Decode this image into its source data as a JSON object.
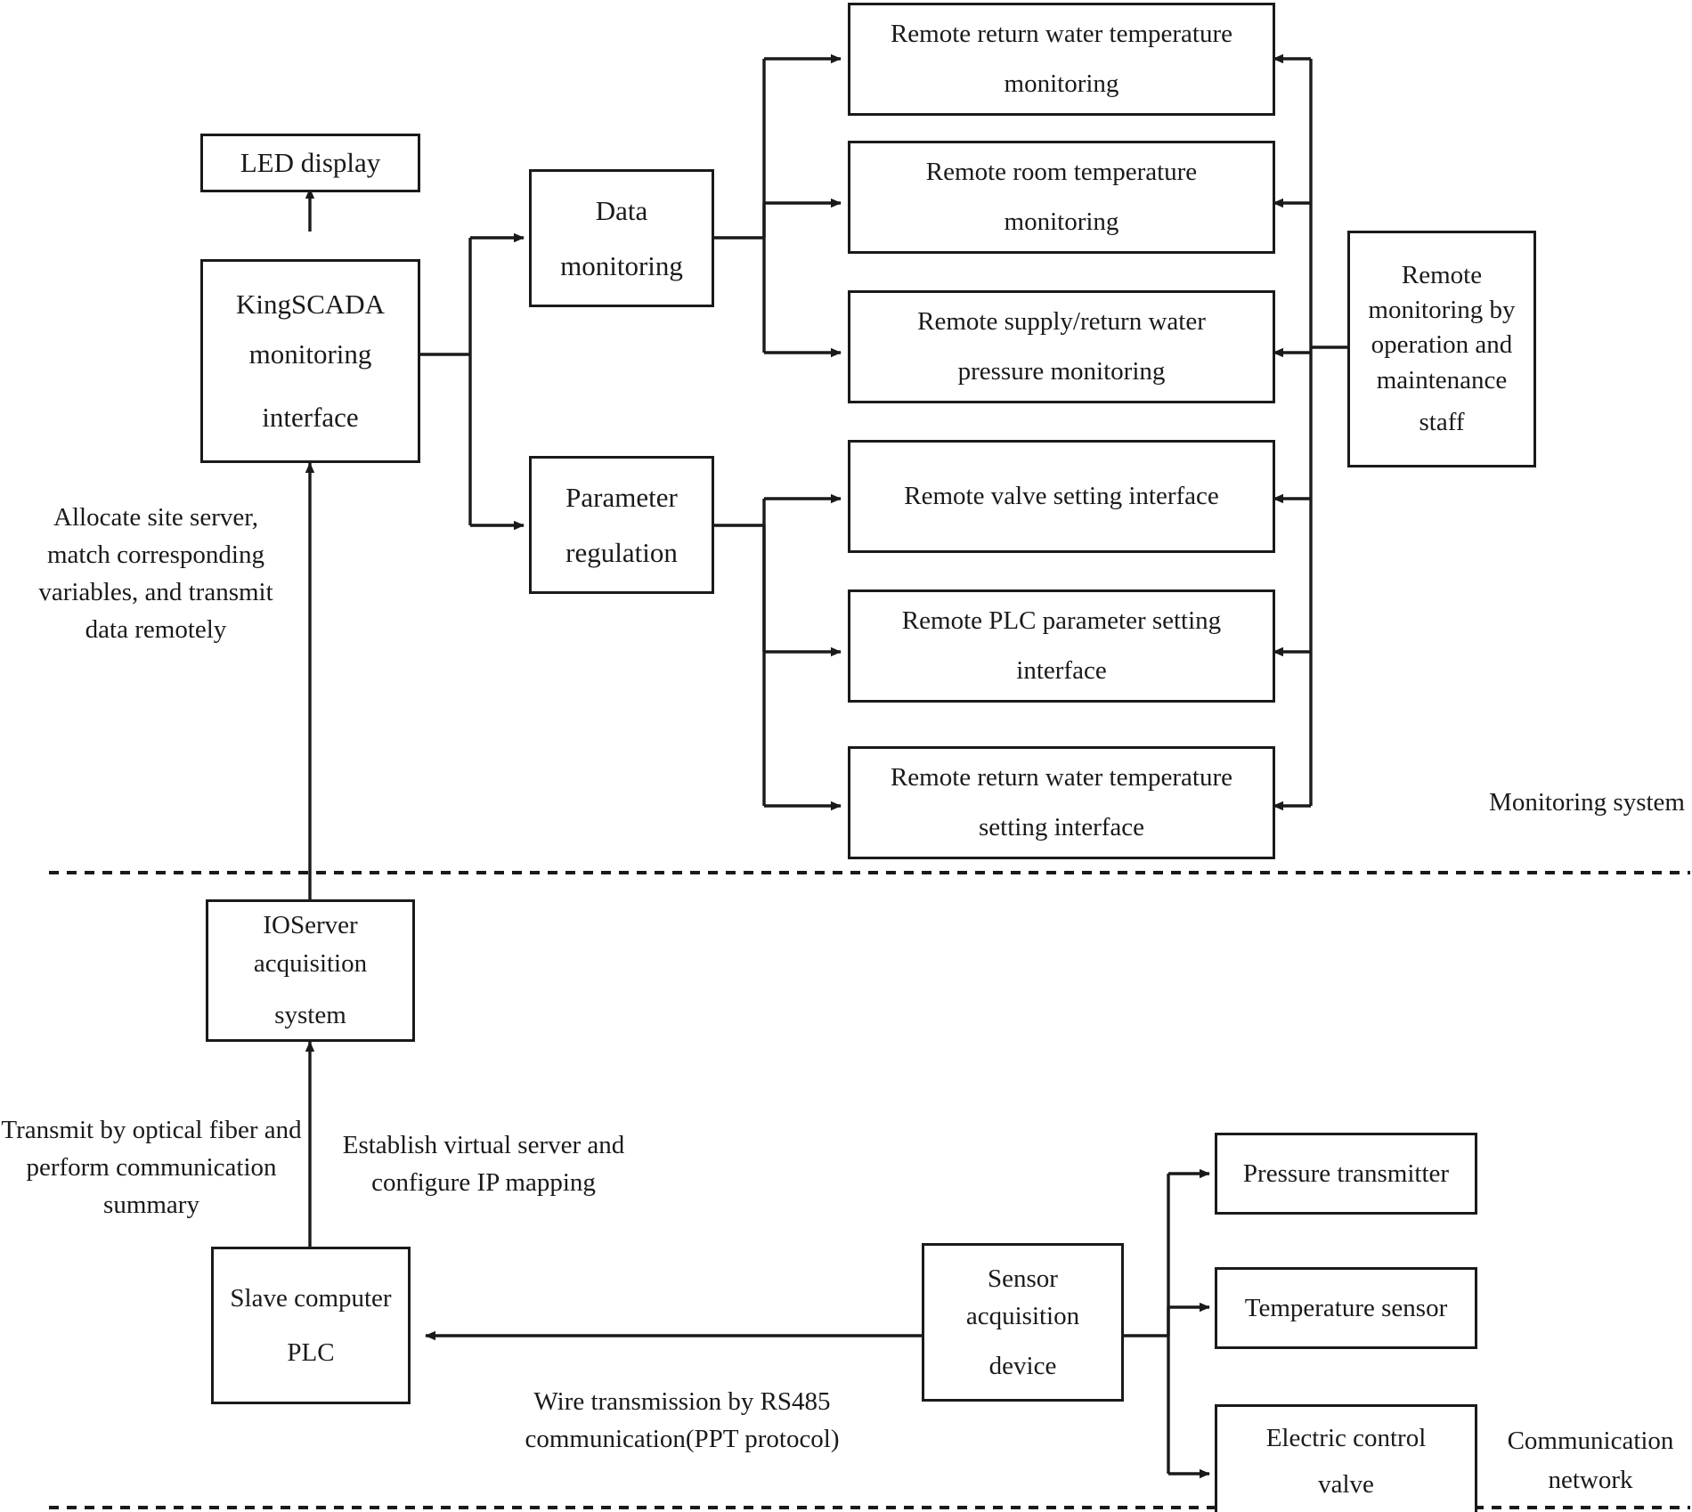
{
  "diagram": {
    "title": "Remote monitoring and communication architecture",
    "stroke_color": "#1a1a1a",
    "background_color": "#ffffff",
    "zones": [
      {
        "id": "monitoring-system",
        "label_line1": "Monitoring",
        "label_line2": "system"
      },
      {
        "id": "communication-network",
        "label_line1": "Communication",
        "label_line2": "network"
      }
    ],
    "nodes": {
      "led_display": {
        "line1": "LED display"
      },
      "kingscada": {
        "line1": "KingSCADA",
        "line2": "monitoring",
        "line3": "interface"
      },
      "data_monitoring": {
        "line1": "Data",
        "line2": "monitoring"
      },
      "parameter_regulation": {
        "line1": "Parameter",
        "line2": "regulation"
      },
      "remote_return_water_temp_monitoring": {
        "line1": "Remote return water temperature",
        "line2": "monitoring"
      },
      "remote_room_temp_monitoring": {
        "line1": "Remote room temperature",
        "line2": "monitoring"
      },
      "remote_supply_return_pressure_monitoring": {
        "line1": "Remote supply/return water",
        "line2": "pressure monitoring"
      },
      "remote_valve_setting_interface": {
        "line1": "Remote valve setting interface"
      },
      "remote_plc_parameter_setting_interface": {
        "line1": "Remote PLC parameter setting",
        "line2": "interface"
      },
      "remote_return_water_temp_setting_interface": {
        "line1": "Remote return water temperature",
        "line2": "setting interface"
      },
      "remote_staff_monitoring": {
        "line1": "Remote",
        "line2": "monitoring by",
        "line3": "operation and",
        "line4": "maintenance",
        "line5": "staff"
      },
      "ioserver": {
        "line1": "IOServer",
        "line2": "acquisition",
        "line3": "system"
      },
      "slave_plc": {
        "line1": "Slave computer",
        "line2": "PLC"
      },
      "sensor_acquisition_device": {
        "line1": "Sensor",
        "line2": "acquisition",
        "line3": "device"
      },
      "pressure_transmitter": {
        "line1": "Pressure transmitter"
      },
      "temperature_sensor": {
        "line1": "Temperature sensor"
      },
      "electric_control_valve": {
        "line1": "Electric control",
        "line2": "valve"
      }
    },
    "edge_captions": {
      "allocate_site_server": {
        "line1": "Allocate site server,",
        "line2": "match corresponding",
        "line3": "variables, and",
        "line4": "transmit data",
        "line5": "remotely"
      },
      "optical_fiber": {
        "line1": "Transmit by optical fiber",
        "line2": "and perform",
        "line3": "communication",
        "line4": "summary"
      },
      "virtual_server": {
        "line1": "Establish virtual server",
        "line2": "and configure IP",
        "line3": "mapping"
      },
      "rs485": {
        "line1": "Wire transmission by RS485",
        "line2": "communication(PPT protocol)"
      }
    }
  }
}
